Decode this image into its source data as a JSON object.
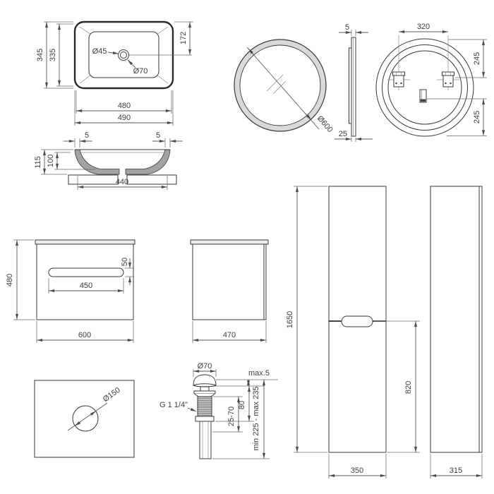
{
  "colors": {
    "background": "#ffffff",
    "object_line": "#383838",
    "dimension_line": "#5a5a5a",
    "mirror_ring_fill": "#d9d9d9",
    "section_fill": "#a3a3a3",
    "cabinet_band_fill": "#ececec"
  },
  "views": {
    "basin_top": {
      "dims": {
        "outer_height": "345",
        "inner_height": "335",
        "drain_center_offset": "172",
        "drain_hole": "Ø45",
        "drain_outer": "Ø70",
        "inner_width": "480",
        "outer_width": "490"
      }
    },
    "basin_side": {
      "dims": {
        "rim_left": "5",
        "rim_right": "5",
        "total_height": "115",
        "inner_depth": "100",
        "base_width": "440"
      }
    },
    "mirror_front": {
      "dims": {
        "diameter": "Ø600"
      }
    },
    "mirror_side": {
      "dims": {
        "thickness": "5",
        "depth": "25"
      }
    },
    "mirror_back": {
      "dims": {
        "bracket_spacing": "320",
        "top_offset": "245",
        "bottom_offset": "245"
      }
    },
    "vanity_front": {
      "dims": {
        "height": "480",
        "handle_height": "50",
        "handle_width": "450",
        "width": "600"
      }
    },
    "vanity_side": {
      "dims": {
        "depth": "470"
      }
    },
    "tall_cabinet_front": {
      "dims": {
        "height": "1650",
        "lower_section": "820",
        "width": "350"
      }
    },
    "tall_cabinet_side": {
      "dims": {
        "depth": "315"
      }
    },
    "countertop_cutout": {
      "dims": {
        "hole_diameter": "Ø150"
      }
    },
    "drain": {
      "dims": {
        "cap_diameter": "Ø70",
        "cap_gap": "max.5",
        "thread_size": "G 1 1/4\"",
        "body_height": "80",
        "clamp_range": "25-70",
        "total_height": "min 225 - max 235"
      }
    }
  }
}
